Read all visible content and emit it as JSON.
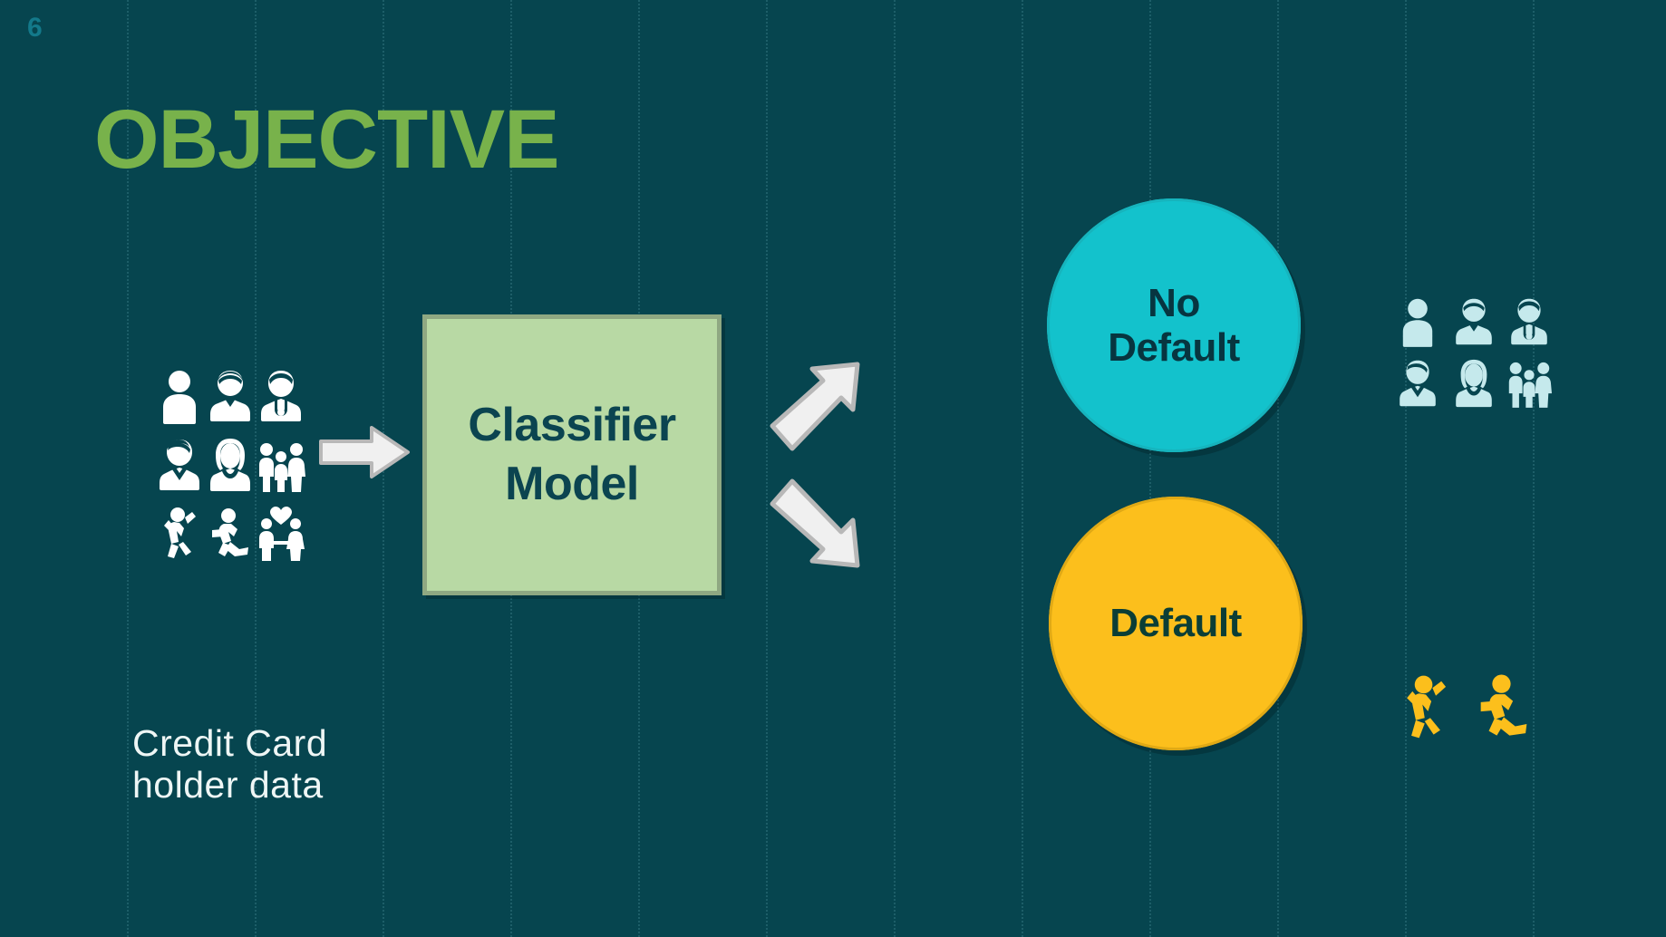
{
  "slide": {
    "page_number": "6",
    "title": "OBJECTIVE",
    "background_color": "#06454f",
    "title_color": "#78b24b",
    "page_number_color": "#13798a",
    "guide_line_color": "#1d5e68"
  },
  "input": {
    "caption_line_1": "Credit Card",
    "caption_line_2": "holder data",
    "caption_color": "#eef6f5",
    "icon_color": "#ffffff",
    "icons": [
      {
        "name": "person-icon",
        "label": "person"
      },
      {
        "name": "person-short-hair-icon",
        "label": "person with short hair"
      },
      {
        "name": "doctor-icon",
        "label": "doctor with stethoscope"
      },
      {
        "name": "person-suit-icon",
        "label": "person in suit"
      },
      {
        "name": "woman-icon",
        "label": "woman"
      },
      {
        "name": "family-group-icon",
        "label": "family group of three"
      },
      {
        "name": "dancing-person-icon",
        "label": "dancing person"
      },
      {
        "name": "running-person-icon",
        "label": "running person"
      },
      {
        "name": "couple-heart-icon",
        "label": "couple with heart"
      }
    ]
  },
  "model": {
    "label_line_1": "Classifier",
    "label_line_2": "Model",
    "fill_color": "#b8d9a4",
    "border_color": "#8fa882",
    "text_color": "#0b4450"
  },
  "arrows": {
    "input_arrow": "arrow-right-icon",
    "branch_up_arrow": "arrow-up-right-icon",
    "branch_down_arrow": "arrow-down-right-icon",
    "fill_color": "#f2f2f2",
    "stroke_color": "#b3b3b3"
  },
  "outcomes": [
    {
      "id": "no-default",
      "label_line_1": "No",
      "label_line_2": "Default",
      "circle_color": "#13c2cc",
      "text_color": "#073540",
      "icon_color": "#c5e9ec",
      "icons": [
        {
          "name": "person-icon",
          "label": "person"
        },
        {
          "name": "person-short-hair-icon",
          "label": "person with short hair"
        },
        {
          "name": "doctor-icon",
          "label": "doctor with stethoscope"
        },
        {
          "name": "person-suit-icon",
          "label": "person in suit"
        },
        {
          "name": "woman-icon",
          "label": "woman"
        },
        {
          "name": "family-group-icon",
          "label": "family group of three"
        }
      ]
    },
    {
      "id": "default",
      "label_line_1": "Default",
      "label_line_2": "",
      "circle_color": "#fcbf1c",
      "text_color": "#0b3e36",
      "icon_color": "#fcbf1c",
      "icons": [
        {
          "name": "dancing-person-icon",
          "label": "dancing person"
        },
        {
          "name": "running-person-icon",
          "label": "running person"
        }
      ]
    }
  ]
}
